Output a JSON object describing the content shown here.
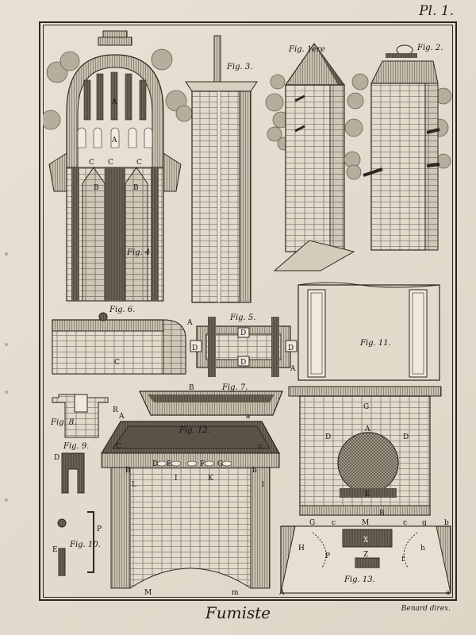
{
  "plate": {
    "number": "Pl. 1.",
    "title": "Fumiste",
    "engraver": "Benard direx."
  },
  "figures": {
    "fig1": "Fig. 1ere",
    "fig2": "Fig. 2.",
    "fig3": "Fig. 3.",
    "fig4": "Fig. 4.",
    "fig5": "Fig. 5.",
    "fig6": "Fig. 6.",
    "fig7": "Fig. 7.",
    "fig8": "Fig. 8.",
    "fig9": "Fig. 9.",
    "fig10": "Fig. 10.",
    "fig11": "Fig. 11.",
    "fig12": "Fig. 12.",
    "fig13": "Fig. 13."
  },
  "letters": {
    "A": "A",
    "B": "B",
    "C": "C",
    "D": "D",
    "E": "E",
    "F": "F",
    "G": "G",
    "H": "H",
    "I": "I",
    "K": "K",
    "L": "L",
    "M": "M",
    "P": "P",
    "R": "R",
    "X": "X",
    "Z": "Z",
    "a": "a",
    "b": "b",
    "c": "c",
    "f": "f",
    "g": "g",
    "h": "h",
    "l": "l",
    "m": "m"
  },
  "colors": {
    "paper": "#e4ddd0",
    "ink": "#2b2620",
    "hatch": "#6f6558",
    "smoke": "#9b9386"
  }
}
